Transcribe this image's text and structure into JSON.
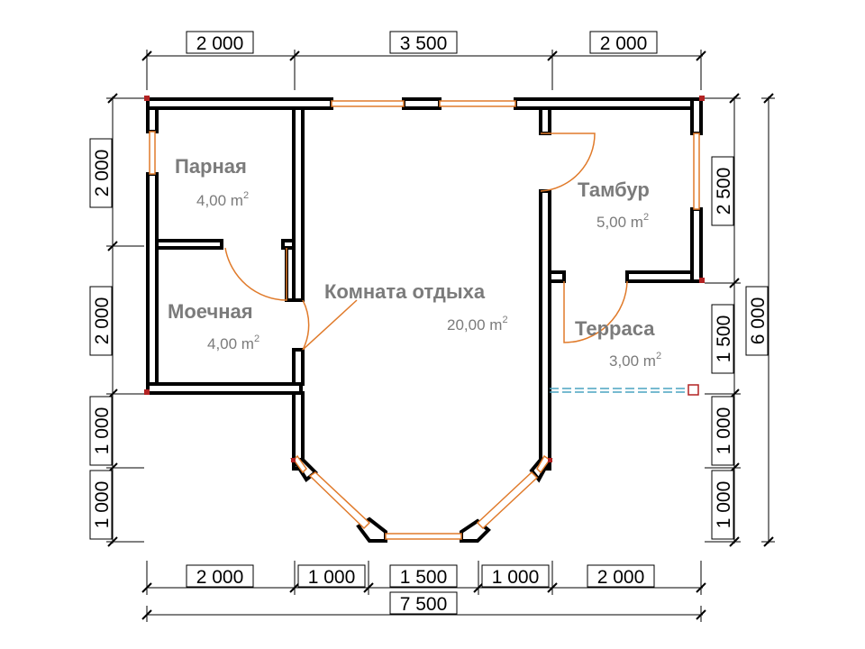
{
  "dimensions": {
    "top": [
      "2 000",
      "3 500",
      "2 000"
    ],
    "bottom": [
      "2 000",
      "1 000",
      "1 500",
      "1 000",
      "2 000"
    ],
    "total_width": "7 500",
    "left": [
      "2 000",
      "2 000",
      "1 000",
      "1 000"
    ],
    "right": [
      "2 500",
      "1 500",
      "1 000",
      "1 000"
    ],
    "total_height": "6 000"
  },
  "rooms": {
    "parnaya": {
      "name": "Парная",
      "area": "4,00 m",
      "unit_sup": "2"
    },
    "moechnaya": {
      "name": "Моечная",
      "area": "4,00 m",
      "unit_sup": "2"
    },
    "komnata": {
      "name": "Комната отдыха",
      "area": "20,00 m",
      "unit_sup": "2"
    },
    "tambur": {
      "name": "Тамбур",
      "area": "5,00 m",
      "unit_sup": "2"
    },
    "terrasa": {
      "name": "Терраса",
      "area": "3,00 m",
      "unit_sup": "2"
    }
  },
  "colors": {
    "wall": "#000000",
    "window": "#e07a2a",
    "corner": "#b22222",
    "terrace_edge": "#4aa3c0",
    "room_text": "#7b7b7b"
  }
}
